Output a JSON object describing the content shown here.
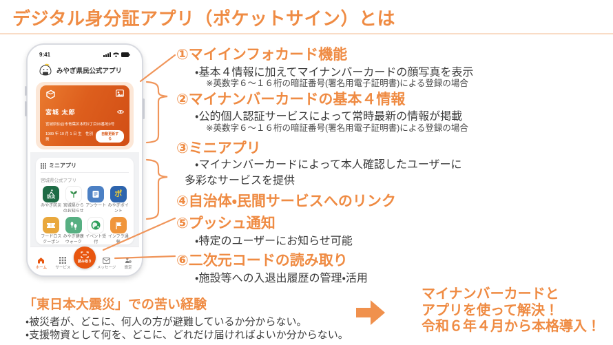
{
  "title": "デジタル身分証アプリ（ポケットサイン）とは",
  "colors": {
    "accent_orange": "#EF8B43",
    "card_orange": "#D85B1C",
    "nav_orange": "#E8560F",
    "title_rule": "#F9DCC6"
  },
  "phone": {
    "status_time": "9:41",
    "app_title": "みやぎ県民公式アプリ",
    "card": {
      "name": "宮城 太郎",
      "address": "宮城県仙台市青葉区本町9丁目99番地9号",
      "birth": "1989 年 10 月 1 日 生　性別 男",
      "update_button": "自動更新する"
    },
    "miniapp_header": "ミニアプリ",
    "miniapp_section_label": "宮城県公式アプリ",
    "apps": [
      {
        "label": "みやぎ防災",
        "glyph": "防災"
      },
      {
        "label": "宮城県からのお知らせ"
      },
      {
        "label": "アンケート"
      },
      {
        "label": "みやぎポイント",
        "glyph": "ポ"
      },
      {
        "label": "フードロスクーポン"
      },
      {
        "label": "みやぎ健康ウォーク"
      },
      {
        "label": "イベント受付"
      },
      {
        "label": "インフラ通報"
      }
    ],
    "nav": [
      {
        "label": "ホーム"
      },
      {
        "label": "サービス"
      },
      {
        "label": "読み取り"
      },
      {
        "label": "メッセージ"
      },
      {
        "label": "設定"
      }
    ]
  },
  "features": [
    {
      "num": "①",
      "title": "マインフォカード機能",
      "title_full": "マイインフォカード機能",
      "bullet": "・基本４情報に加えてマイナンバーカードの顔写真を表示",
      "note": "※英数字６～１６桁の暗証番号(署名用電子証明書)による登録の場合"
    },
    {
      "num": "②",
      "title_full": "マイナンバーカードの基本４情報",
      "bullet": "・公的個人認証サービスによって常時最新の情報が掲載",
      "note": "※英数字６～１６桁の暗証番号(署名用電子証明書)による登録の場合"
    },
    {
      "num": "③",
      "title_full": "ミニアプリ",
      "bullet": "・マイナンバーカードによって本人確認したユーザーに",
      "bullet2": "多彩なサービスを提供"
    },
    {
      "num": "④",
      "title_full": "自治体・民間サービスへのリンク"
    },
    {
      "num": "⑤",
      "title_full": "プッシュ通知",
      "bullet": "・特定のユーザーにお知らせ可能"
    },
    {
      "num": "⑥",
      "title_full": "二次元コードの読み取り",
      "bullet": "・施設等への入退出履歴の管理・活用"
    }
  ],
  "bottom": {
    "left_heading": "「東日本大震災」での苦い経験",
    "left_bullets": [
      "・被災者が、どこに、何人の方が避難しているか分からない。",
      "・支援物資として何を、どこに、どれだけ届ければよいか分からない。"
    ],
    "right_lines": [
      "マイナンバーカードと",
      "アプリを使って解決！",
      "令和６年４月から本格導入！"
    ]
  }
}
